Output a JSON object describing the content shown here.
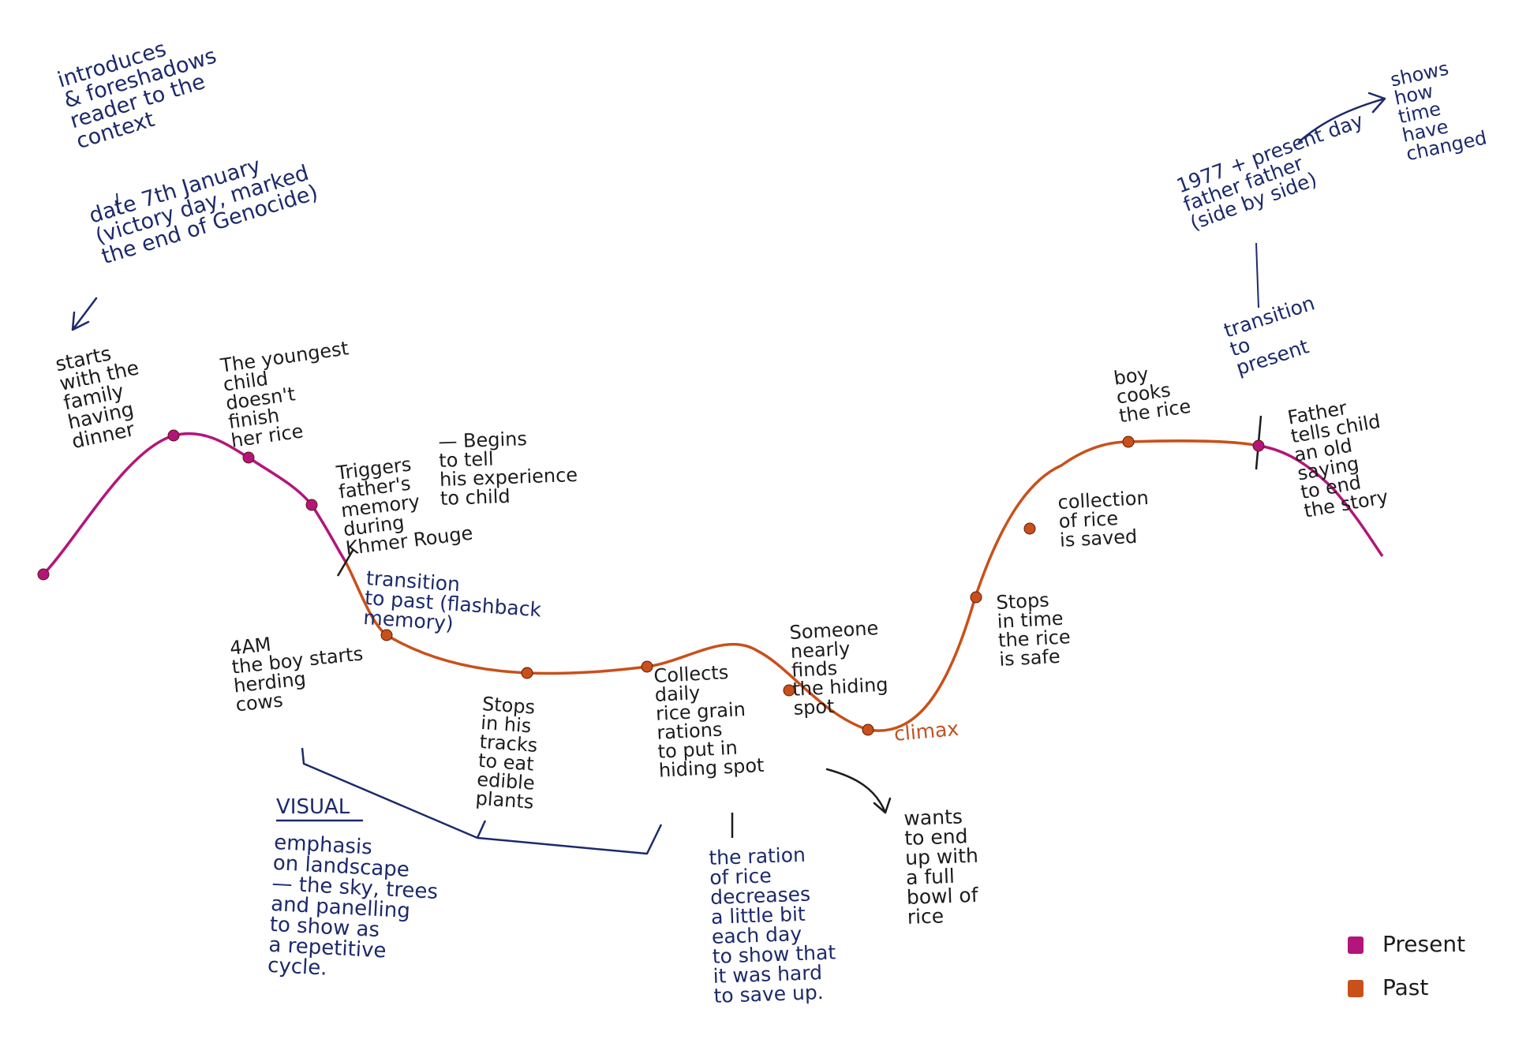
{
  "colors": {
    "present": "#b3157a",
    "past": "#c9501a",
    "ink_dark": "#1c1c1c",
    "ink_blue": "#1c2a6b",
    "climax": "#c0531f"
  },
  "annotations": {
    "intro": "introduces\n& foreshadows\nreader to the\ncontext",
    "date": "date 7th January\n(victory day, marked\nthe end of Genocide)",
    "dinner": "starts\nwith the\nfamily\nhaving\ndinner",
    "youngest": "The youngest\nchild\ndoesn't\nfinish\nher rice",
    "triggers": "Triggers\nfather's\nmemory\nduring\nKhmer Rouge",
    "begins": "— Begins\nto tell\nhis experience\nto child",
    "transition_past": "transition\nto past (flashback\nmemory)",
    "cows": "4AM\nthe boy starts\nherding\ncows",
    "stops_tracks": "Stops\nin his\ntracks\nto eat\nedible\nplants",
    "collects": "Collects\ndaily\nrice grain\nrations\nto put in\nhiding spot",
    "someone": "Someone\nnearly\nfinds\nthe hiding\nspot",
    "climax": "climax",
    "stops_time": "Stops\nin time\nthe rice\nis safe",
    "collection": "collection\nof rice\nis saved",
    "boy_cooks": "boy\ncooks\nthe rice",
    "transition_present": "transition\nto\npresent",
    "father_tells": "Father\ntells child\nan old\nsaying\nto end\nthe story",
    "side_by_side": "1977 + present day\nfather   father\n(side by side)",
    "shows_time": "shows\nhow\ntime\nhave\nchanged",
    "visual_title": "VISUAL",
    "visual_body": "emphasis\non landscape\n— the sky, trees\nand panelling\nto show as\na repetitive\ncycle.",
    "ration": "the ration\nof rice\ndecreases\na little bit\neach day\nto show that\nit was hard\nto save up.",
    "wants": "wants\nto end\nup with\na full\nbowl of\nrice"
  },
  "legend": {
    "present": "Present",
    "past": "Past"
  }
}
